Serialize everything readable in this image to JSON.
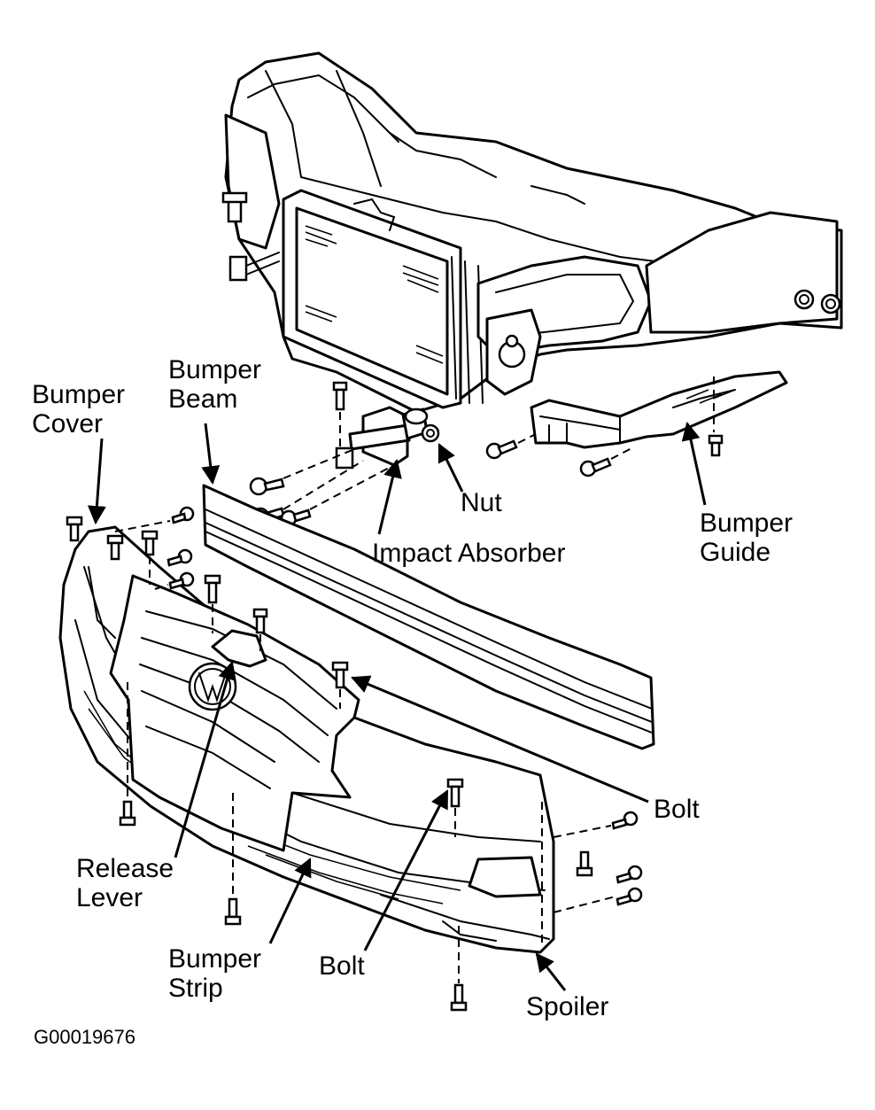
{
  "labels": {
    "bumper_cover": [
      "Bumper",
      "Cover"
    ],
    "bumper_beam": [
      "Bumper",
      "Beam"
    ],
    "nut": "Nut",
    "impact_absorber": "Impact Absorber",
    "bumper_guide": [
      "Bumper",
      "Guide"
    ],
    "bolt_right": "Bolt",
    "release_lever": [
      "Release",
      "Lever"
    ],
    "bumper_strip": [
      "Bumper",
      "Strip"
    ],
    "bolt_bottom": "Bolt",
    "spoiler": "Spoiler"
  },
  "figure_id": "G00019676"
}
